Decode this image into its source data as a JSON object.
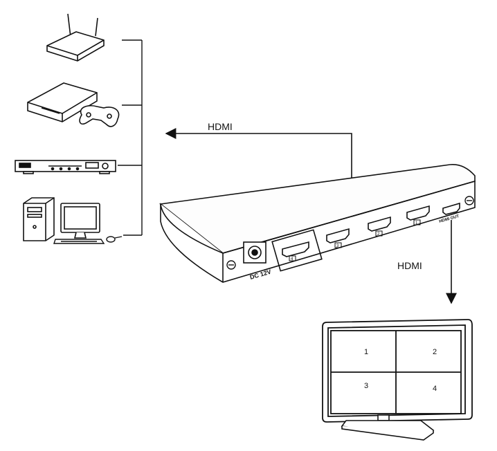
{
  "labels": {
    "hdmi_in": "HDMI",
    "hdmi_out": "HDMI",
    "dc_label": "DC 12V",
    "out_port_label": "HDMI OUT",
    "port_numbers": [
      "4",
      "3",
      "2",
      "1"
    ]
  },
  "screen": {
    "quadrants": [
      "1",
      "2",
      "3",
      "4"
    ]
  }
}
